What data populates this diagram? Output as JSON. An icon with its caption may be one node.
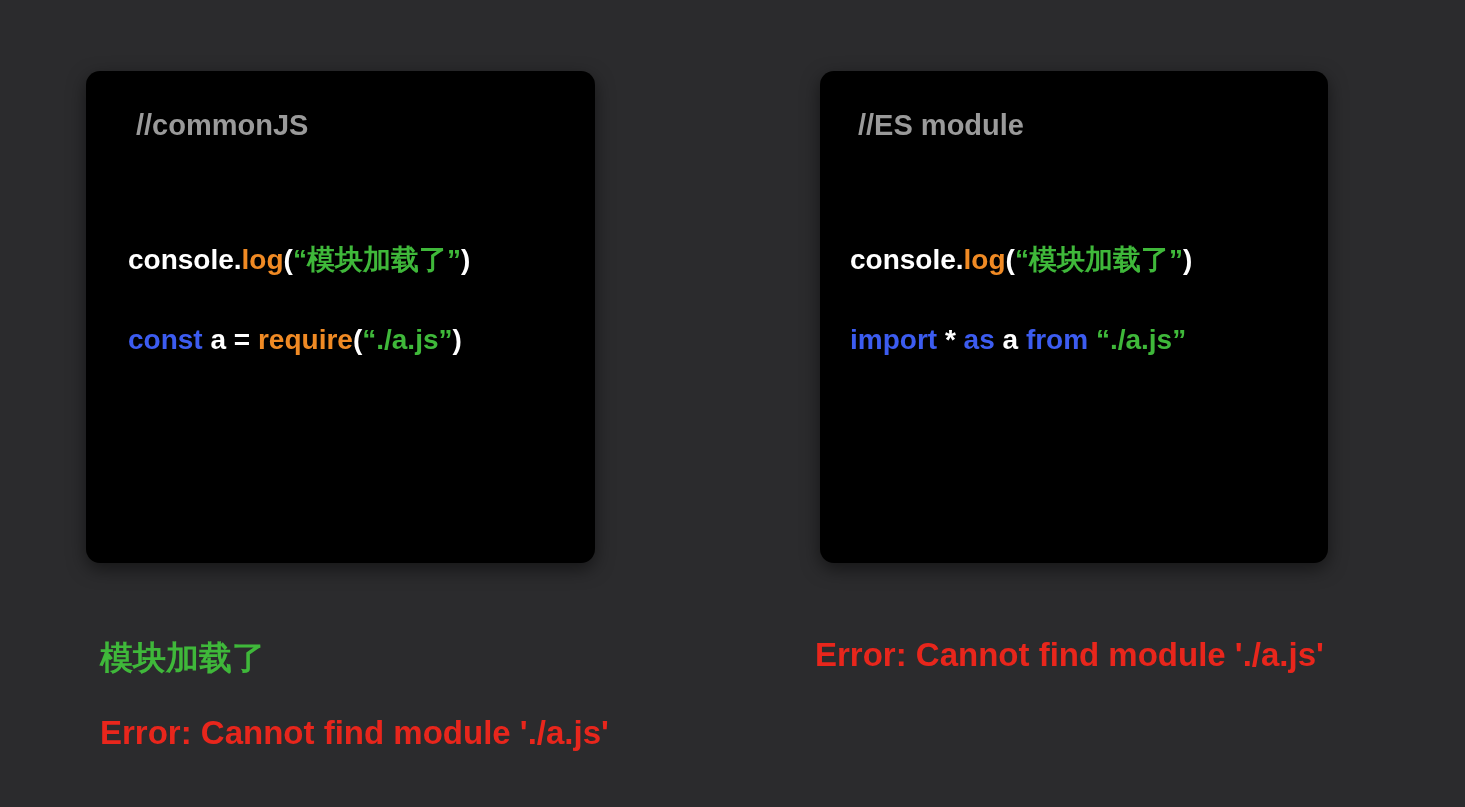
{
  "diagram": {
    "nodes": [
      {
        "text": [
          "//commonJS",
          "console.log(“模块加载了”)",
          "const a = require(“./a.js”)"
        ],
        "beside": [
          "模块加载了",
          "Error: Cannot find module './a.js'"
        ]
      },
      {
        "text": [
          "//ES module",
          "console.log(“模块加载了”)",
          "import * as a from “./a.js”"
        ],
        "beside": [
          "Error: Cannot find module './a.js'"
        ]
      }
    ]
  }
}
